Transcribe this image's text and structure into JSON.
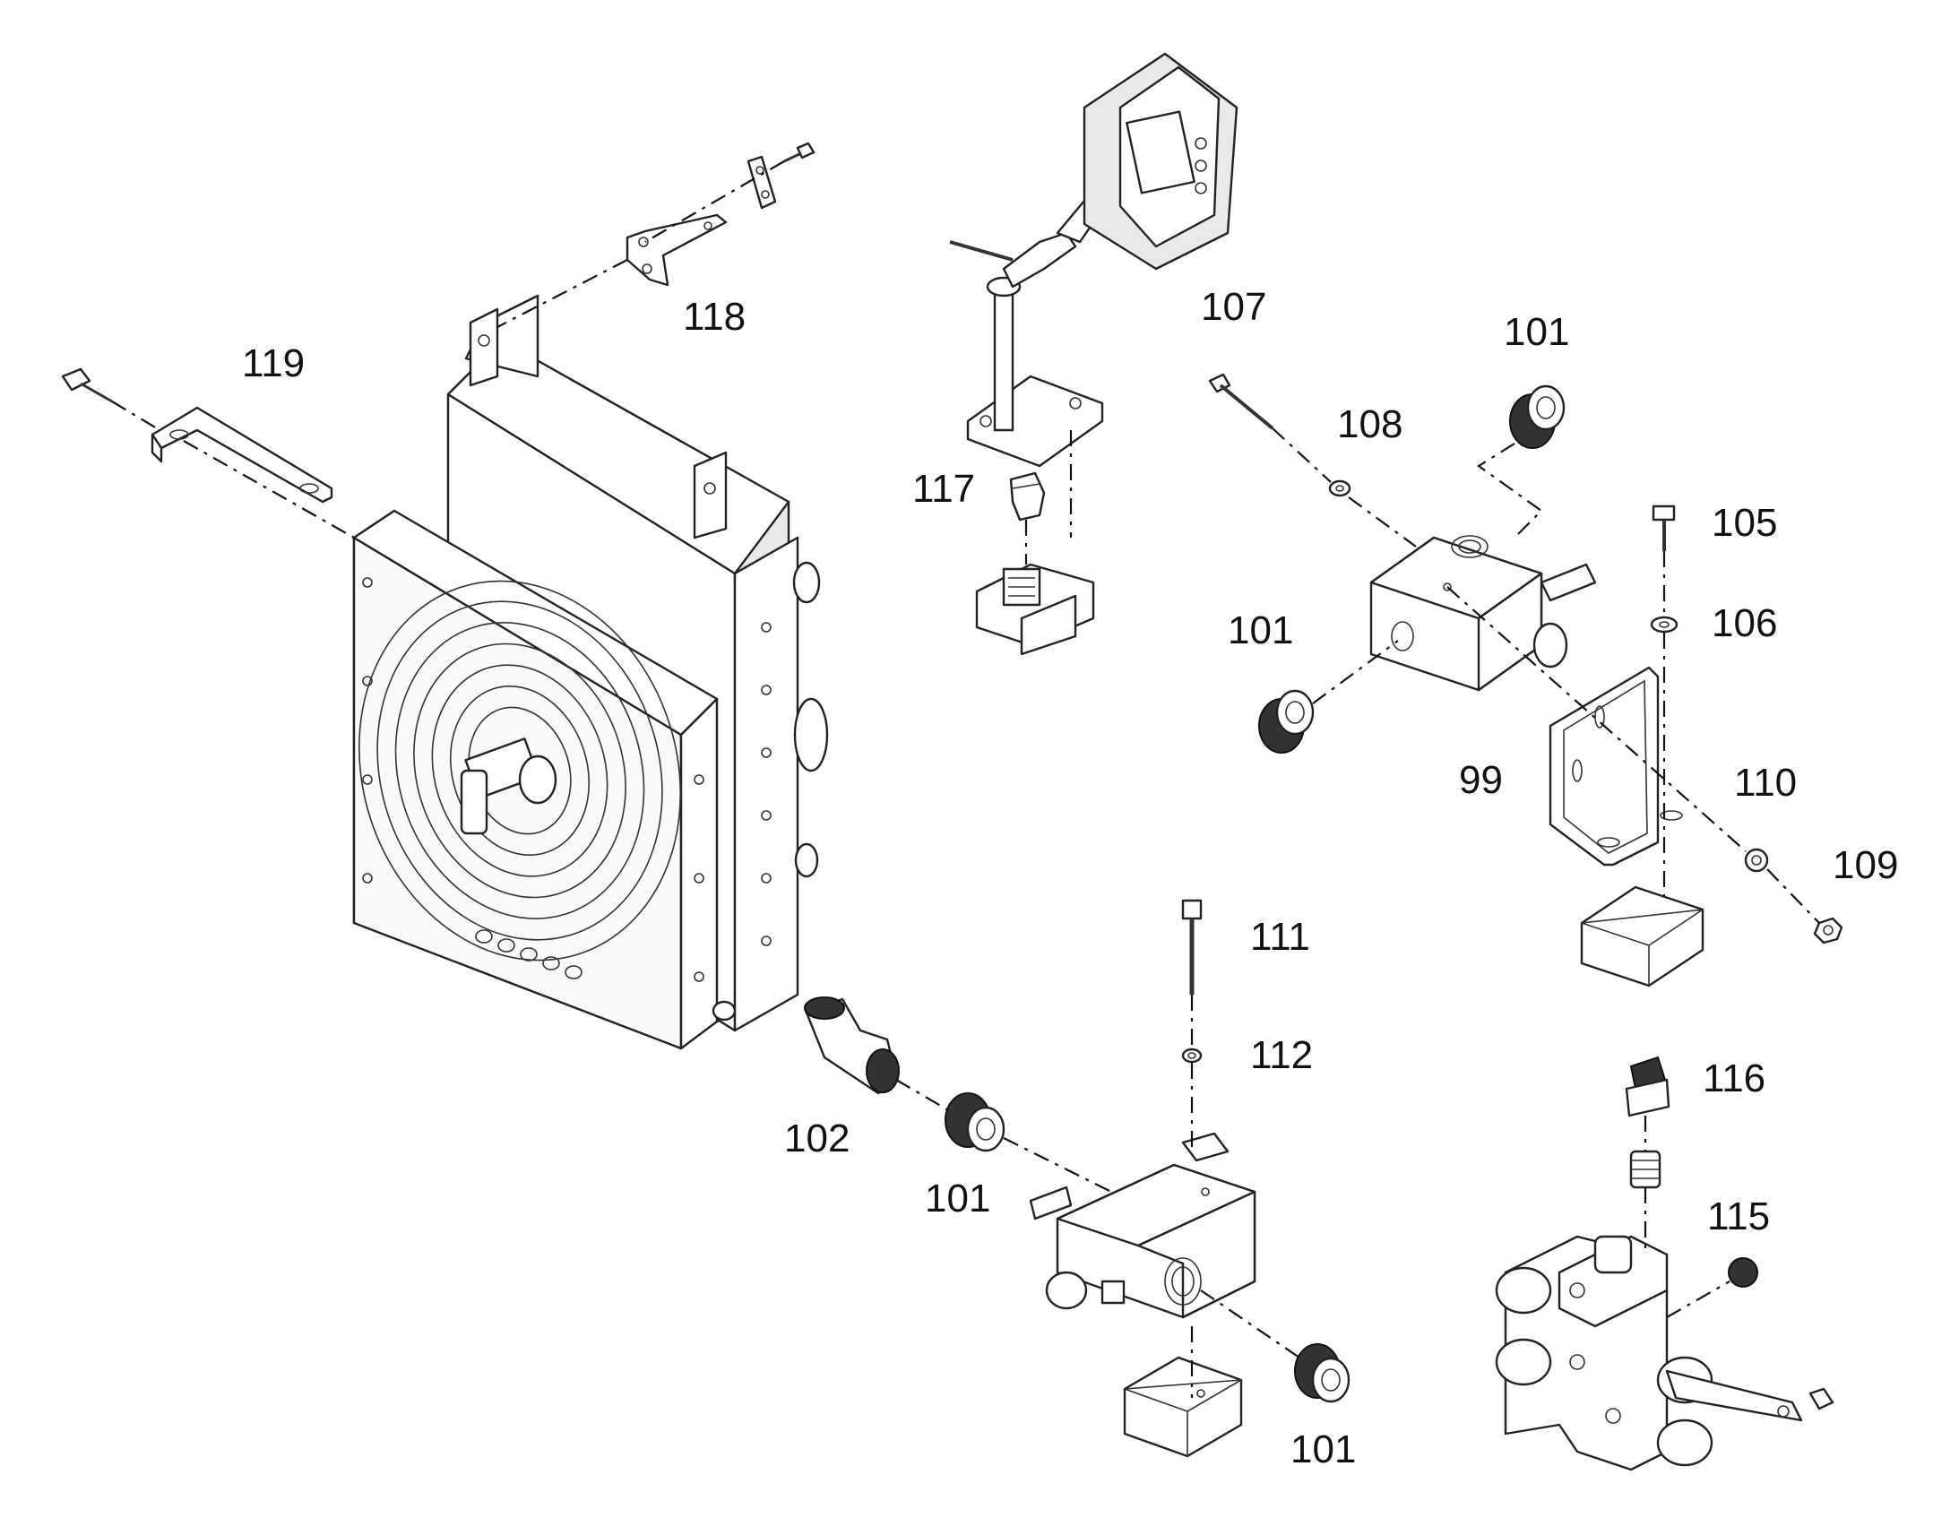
{
  "callouts": [
    {
      "id": "c119",
      "text": "119"
    },
    {
      "id": "c118",
      "text": "118"
    },
    {
      "id": "c117",
      "text": "117"
    },
    {
      "id": "c107",
      "text": "107"
    },
    {
      "id": "c108",
      "text": "108"
    },
    {
      "id": "c101a",
      "text": "101"
    },
    {
      "id": "c101b",
      "text": "101"
    },
    {
      "id": "c105",
      "text": "105"
    },
    {
      "id": "c106",
      "text": "106"
    },
    {
      "id": "c99",
      "text": "99"
    },
    {
      "id": "c110",
      "text": "110"
    },
    {
      "id": "c109",
      "text": "109"
    },
    {
      "id": "c111",
      "text": "111"
    },
    {
      "id": "c112",
      "text": "112"
    },
    {
      "id": "c102",
      "text": "102"
    },
    {
      "id": "c101c",
      "text": "101"
    },
    {
      "id": "c101d",
      "text": "101"
    },
    {
      "id": "c116",
      "text": "116"
    },
    {
      "id": "c115",
      "text": "115"
    }
  ]
}
